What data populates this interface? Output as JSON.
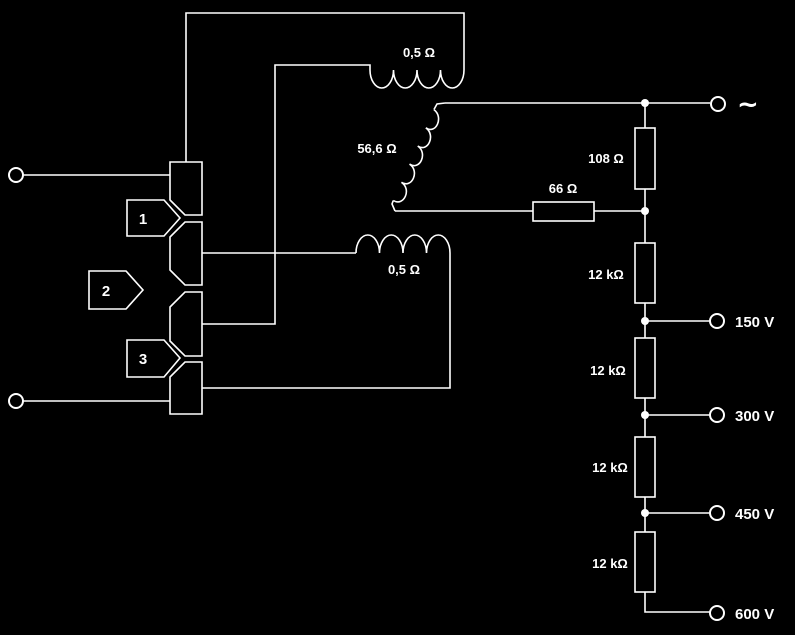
{
  "coils": {
    "top": "0,5 Ω",
    "middle": "56,6 Ω",
    "bottom": "0,5 Ω"
  },
  "resistors": {
    "r108": "108 Ω",
    "r66": "66 Ω",
    "r12k_1": "12 kΩ",
    "r12k_2": "12 kΩ",
    "r12k_3": "12 kΩ",
    "r12k_4": "12 kΩ"
  },
  "outputs": {
    "ac": "~",
    "v150": "150 V",
    "v300": "300 V",
    "v450": "450 V",
    "v600": "600 V"
  },
  "switch_markers": {
    "m1": "1",
    "m2": "2",
    "m3": "3"
  }
}
